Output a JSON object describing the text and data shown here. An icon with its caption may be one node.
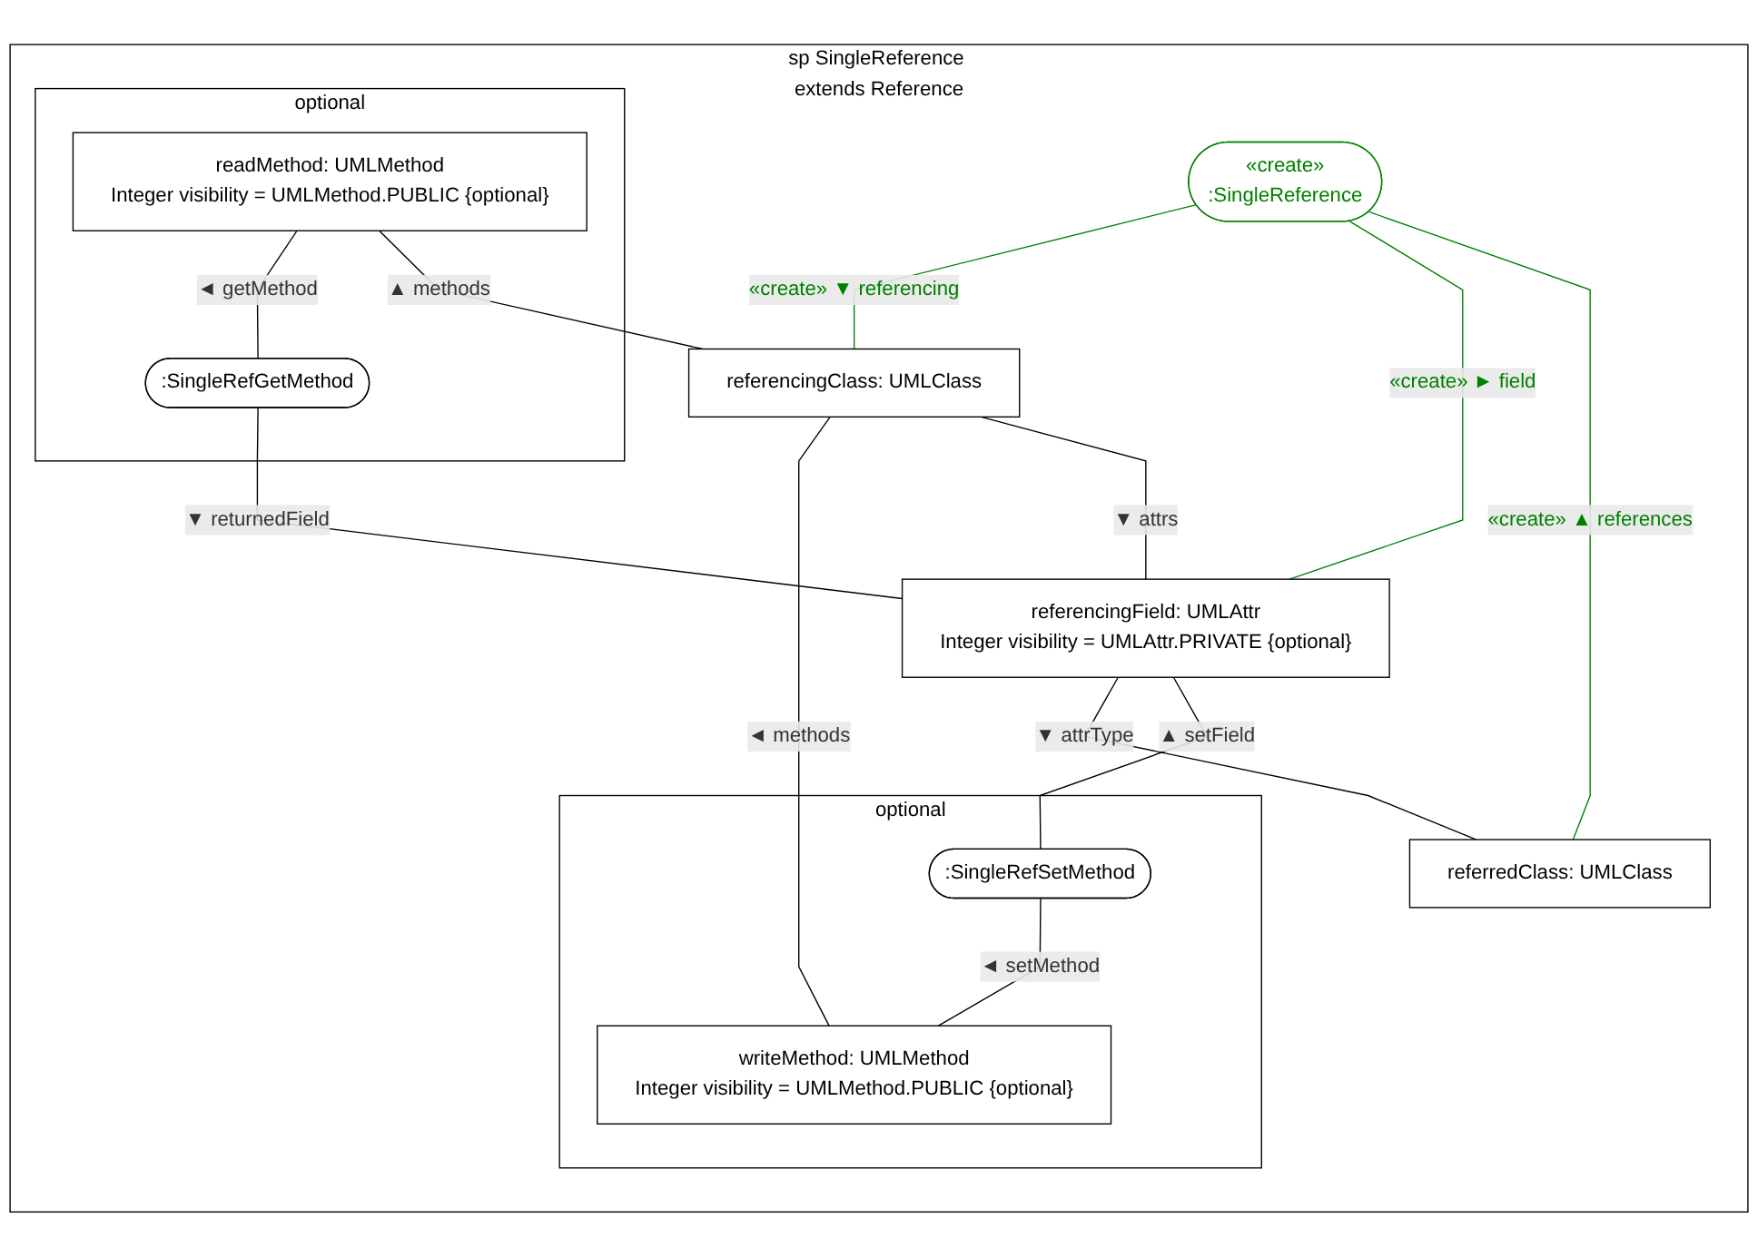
{
  "diagram": {
    "nodes": [
      {
        "text": [
          "sp SingleReference extends Reference"
        ]
      },
      {
        "text": [
          "optional"
        ],
        "in": 0
      },
      {
        "text": [
          "readMethod: UMLMethod",
          "Integer visibility = UMLMethod.PUBLIC {optional}"
        ],
        "in": 1
      },
      {
        "text": [
          ":SingleRefGetMethod"
        ],
        "in": 1
      },
      {
        "text": [
          "referencingClass: UMLClass"
        ],
        "in": 0
      },
      {
        "text": [
          "«create»",
          ":SingleReference"
        ],
        "in": 0
      },
      {
        "text": [
          "referencingField: UMLAttr",
          "Integer visibility = UMLAttr.PRIVATE {optional}"
        ],
        "in": 0
      },
      {
        "text": [
          "referredClass: UMLClass"
        ],
        "in": 0
      },
      {
        "text": [
          "optional"
        ],
        "in": 0
      },
      {
        "text": [
          "writeMethod: UMLMethod",
          "Integer visibility = UMLMethod.PUBLIC {optional}"
        ],
        "in": 8
      },
      {
        "text": [
          ":SingleRefSetMethod"
        ],
        "in": 8
      }
    ],
    "edges": [
      {
        "from": 2,
        "to": 3,
        "arrow": "none",
        "label": "◄ getMethod"
      },
      {
        "from": 2,
        "to": 4,
        "arrow": "none",
        "label": "▲ methods"
      },
      {
        "from": 4,
        "to": 9,
        "arrow": "none",
        "label": "◄ methods"
      },
      {
        "from": 3,
        "to": 6,
        "arrow": "none",
        "label": "▼ returnedField"
      },
      {
        "from": 4,
        "to": 6,
        "arrow": "none",
        "label": "▼ attrs"
      },
      {
        "from": 5,
        "to": 4,
        "arrow": "none",
        "label": "«create» ▼ referencing",
        "color": "#008000"
      },
      {
        "from": 5,
        "to": 6,
        "arrow": "none",
        "label": "«create» ► field",
        "color": "#008000"
      },
      {
        "from": 5,
        "to": 7,
        "arrow": "none",
        "label": "«create» ▲ references",
        "color": "#008000"
      },
      {
        "from": 6,
        "to": 7,
        "arrow": "none",
        "label": "▼ attrType"
      },
      {
        "from": 6,
        "to": 10,
        "arrow": "none",
        "label": "▲ setField"
      },
      {
        "from": 10,
        "to": 9,
        "arrow": "none",
        "label": "◄ setMethod"
      }
    ]
  }
}
